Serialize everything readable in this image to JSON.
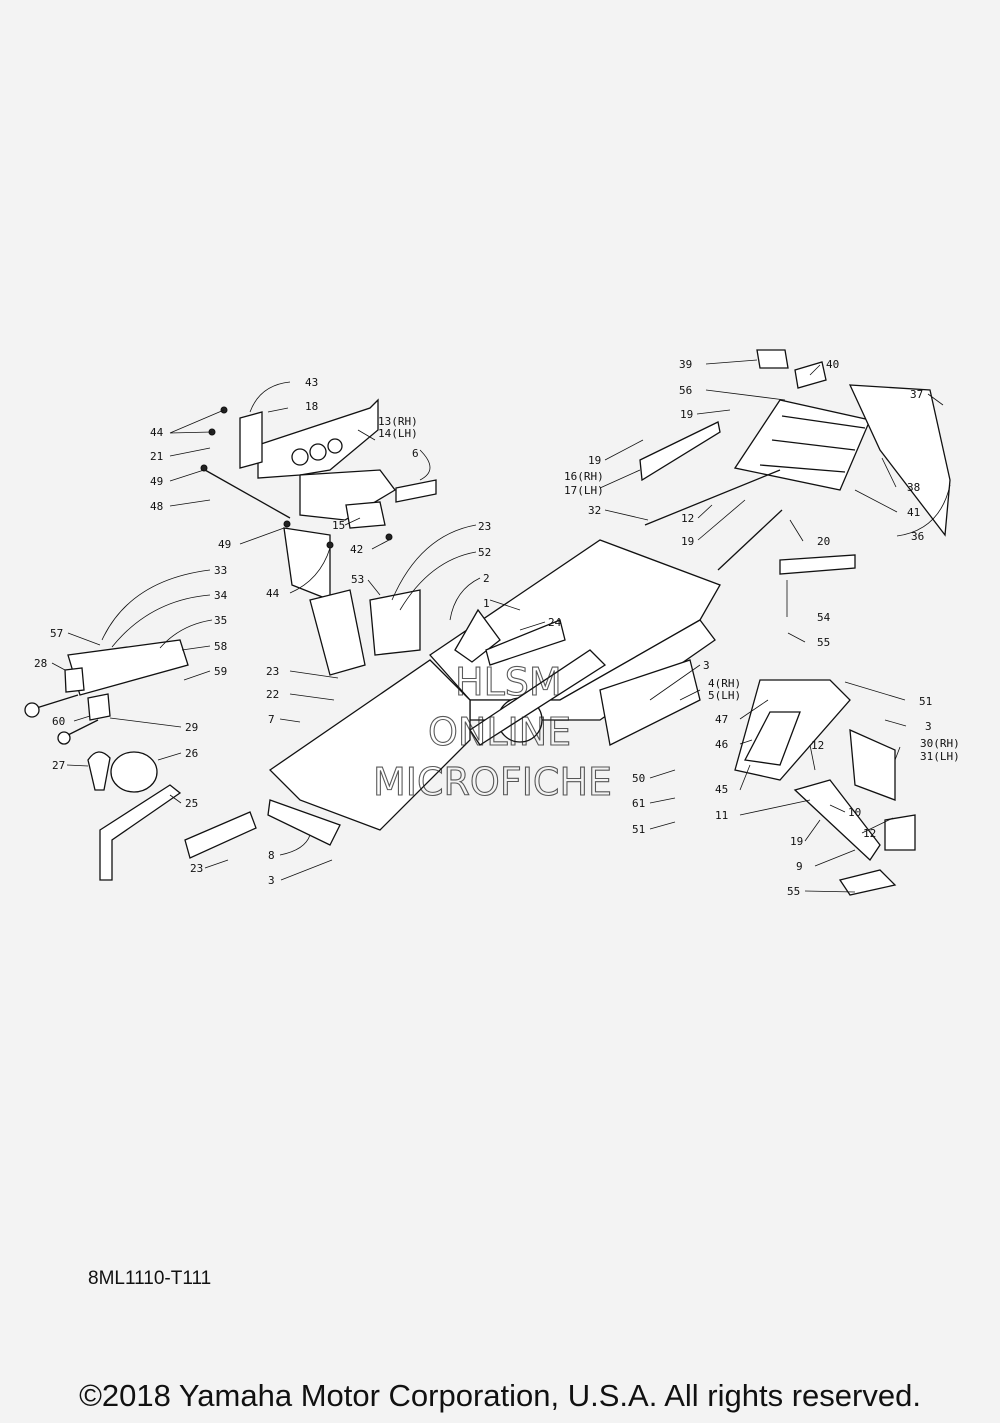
{
  "callouts": {
    "c43": "43",
    "c18": "18",
    "c44a": "44",
    "c21": "21",
    "c13": "13(RH)",
    "c14": "14(LH)",
    "c6": "6",
    "c49a": "49",
    "c48": "48",
    "c15": "15",
    "c49b": "49",
    "c42": "42",
    "c44b": "44",
    "c23a": "23",
    "c52": "52",
    "c53": "53",
    "c2": "2",
    "c1": "1",
    "c24": "24",
    "c33": "33",
    "c34": "34",
    "c35": "35",
    "c58": "58",
    "c57": "57",
    "c28": "28",
    "c59": "59",
    "c60": "60",
    "c29": "29",
    "c27": "27",
    "c26": "26",
    "c25": "25",
    "c23b": "23",
    "c23c": "23",
    "c22": "22",
    "c7": "7",
    "c8": "8",
    "c3a": "3",
    "c39": "39",
    "c40": "40",
    "c56": "56",
    "c19a": "19",
    "c37": "37",
    "c19b": "19",
    "c16": "16(RH)",
    "c17": "17(LH)",
    "c32": "32",
    "c12a": "12",
    "c19c": "19",
    "c38": "38",
    "c41": "41",
    "c20": "20",
    "c36": "36",
    "c54": "54",
    "c55a": "55",
    "c3b": "3",
    "c4": "4(RH)",
    "c5": "5(LH)",
    "c51a": "51",
    "c47": "47",
    "c3c": "3",
    "c46": "46",
    "c12b": "12",
    "c30": "30(RH)",
    "c31": "31(LH)",
    "c45": "45",
    "c50": "50",
    "c61": "61",
    "c51b": "51",
    "c11": "11",
    "c10": "10",
    "c12c": "12",
    "c19d": "19",
    "c9": "9",
    "c55b": "55"
  },
  "watermark": [
    "HLSM",
    "ONLINE",
    "MICROFICHE"
  ],
  "diagram_code": "8ML1110-T111",
  "copyright": "©2018 Yamaha Motor Corporation, U.S.A. All rights reserved."
}
